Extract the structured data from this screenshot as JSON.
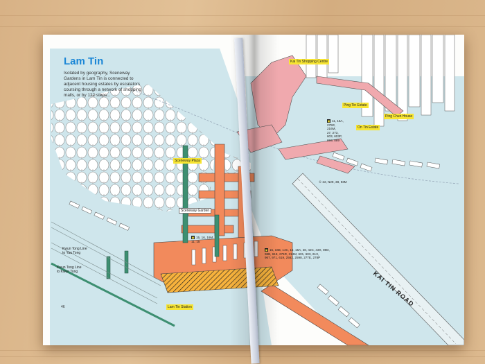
{
  "page": {
    "title": "Lam Tin",
    "intro": "Isolated by geography, Sceneway Gardens in Lam Tin is connected to adjacent housing estates by escalators coursing through a network of shopping malls, or by 122 steps...",
    "page_number": "46"
  },
  "labels": {
    "kai_tin_shopping_centre": "Kai Tin Shopping Centre",
    "ping_tin_estate": "Ping Tin Estate",
    "on_tin_estate": "On Tin Estate",
    "ping_chun_house": "Ping Chun House",
    "lam_tin_station": "Lam Tin Station",
    "sceneway_plaza": "Sceneway Plaza",
    "sceneway_garden": "Sceneway Garden",
    "road_name": "KAI TIN ROAD",
    "kwun_tong_line_yau_tong": "Kwun Tong Line\nto Yau Tong",
    "kwun_tong_line_kwun_tong": "Kwun Tong Line\nto Kwun Tong"
  },
  "bus_stops": {
    "top": "11, 15A,\n275R,\n216M,\n27, 273,\n603, 603P,\n693, 889",
    "middle": "15, 16, 16M,\n11, 15",
    "near_road": "① 22, N29, 38, 93M",
    "station": "15, 16B, 14C, 15, 15A, 28, 42C, 43X, 89D,\n98B, 618, 275R, 214M, 601, 603, 61X,\n967, 971, 619, 2562, 2598, 277E, 278P"
  },
  "colors": {
    "walkway": "#f28a5c",
    "mall": "#f0a9ae",
    "ground": "#cfe6ec",
    "station_hatch": "#f7b23c",
    "label_bg": "#f7e533",
    "title": "#1a86d6",
    "track_green": "#3d8f71"
  }
}
